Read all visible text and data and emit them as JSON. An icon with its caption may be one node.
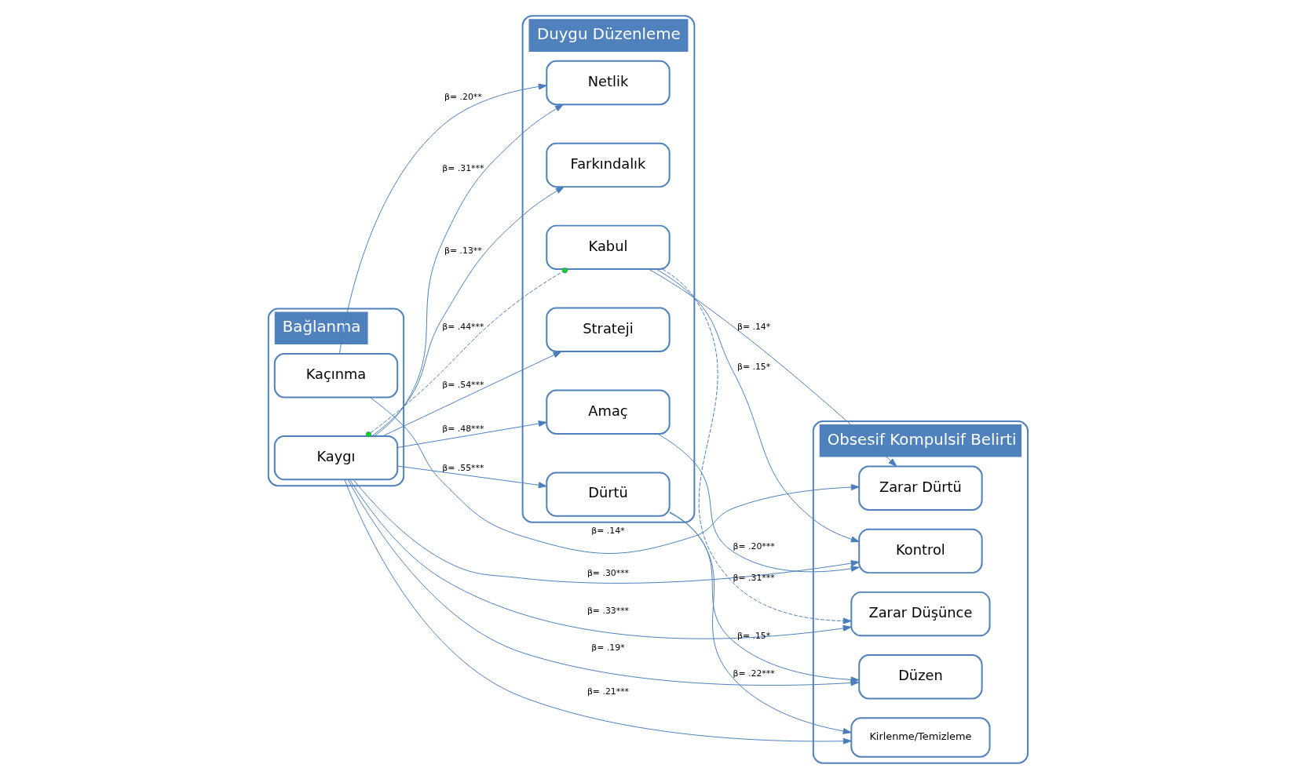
{
  "diagram": {
    "nodes": [
      {
        "text": [
          "Bağlanma"
        ]
      },
      {
        "text": [
          "Kaygı"
        ],
        "in": 0
      },
      {
        "text": [
          "Kaçınma"
        ],
        "in": 0
      },
      {
        "text": [
          "Duygu Düzenleme"
        ]
      },
      {
        "text": [
          "Netlik"
        ],
        "in": 3
      },
      {
        "text": [
          "Farkındalık"
        ],
        "in": 3
      },
      {
        "text": [
          "Kabul"
        ],
        "in": 3
      },
      {
        "text": [
          "Strateji"
        ],
        "in": 3
      },
      {
        "text": [
          "Amaç"
        ],
        "in": 3
      },
      {
        "text": [
          "Dürtü"
        ],
        "in": 3
      },
      {
        "text": [
          "Obsesif Kompulsif Belirti"
        ]
      },
      {
        "text": [
          "Zarar Düşünce"
        ],
        "in": 10
      },
      {
        "text": [
          "Zarar Dürtü"
        ],
        "in": 10
      },
      {
        "text": [
          "Kirlenme/Temizleme"
        ],
        "in": 10
      },
      {
        "text": [
          "Kontrol"
        ],
        "in": 10
      },
      {
        "text": [
          "Düzen"
        ],
        "in": 10
      }
    ],
    "edges": [
      {
        "from": 2,
        "to": 4,
        "arrow": "to",
        "label": "β= .20**"
      },
      {
        "from": 1,
        "to": 4,
        "arrow": "to",
        "label": "β= .31***"
      },
      {
        "from": 1,
        "to": 5,
        "arrow": "to",
        "label": "β= .13**"
      },
      {
        "from": 1,
        "to": 6,
        "arrow": "other",
        "label": "β= .44***",
        "style": "dashed"
      },
      {
        "from": 1,
        "to": 7,
        "arrow": "to",
        "label": "β= .54***"
      },
      {
        "from": 1,
        "to": 8,
        "arrow": "to",
        "label": "β= .48***"
      },
      {
        "from": 1,
        "to": 9,
        "arrow": "to",
        "label": "β= .55***"
      },
      {
        "from": 6,
        "to": 11,
        "arrow": "to",
        "label": "β= .31***",
        "style": "dashed"
      },
      {
        "from": 6,
        "to": 12,
        "arrow": "to",
        "label": "β= .14*"
      },
      {
        "from": 6,
        "to": 14,
        "arrow": "to",
        "label": "β= .15*"
      },
      {
        "from": 8,
        "to": 14,
        "arrow": "to",
        "label": "β= .20***"
      },
      {
        "from": 9,
        "to": 13,
        "arrow": "to",
        "label": "β= .22***"
      },
      {
        "from": 9,
        "to": 15,
        "arrow": "to",
        "label": "β= .15*"
      },
      {
        "from": 1,
        "to": 11,
        "arrow": "to",
        "label": "β= .33***"
      },
      {
        "from": 2,
        "to": 12,
        "arrow": "to",
        "label": "β= .14*"
      },
      {
        "from": 1,
        "to": 13,
        "arrow": "to",
        "label": "β= .21***"
      },
      {
        "from": 1,
        "to": 14,
        "arrow": "to",
        "label": "β= .30***"
      },
      {
        "from": 1,
        "to": 15,
        "arrow": "to",
        "label": "β= .19*"
      }
    ]
  }
}
